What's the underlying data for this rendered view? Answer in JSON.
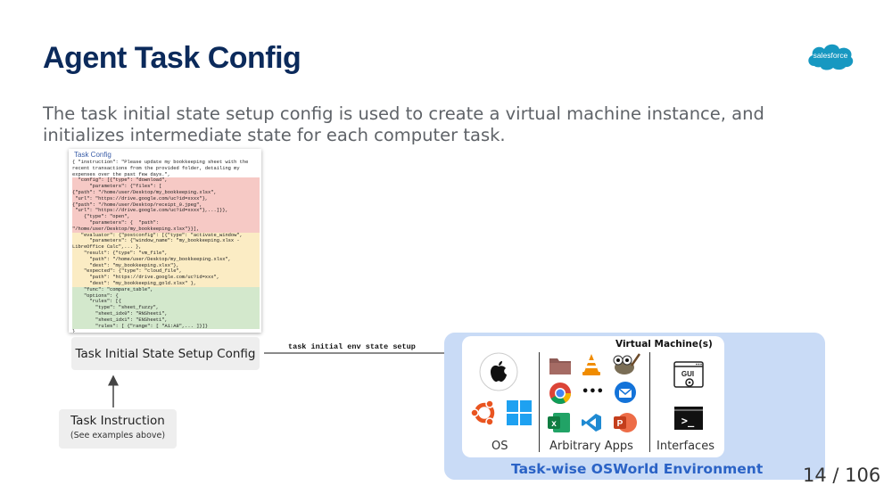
{
  "slide": {
    "title": "Agent Task Config",
    "logo_text": "salesforce",
    "description": "The task initial state setup config is used to create a virtual machine instance, and initializes intermediate state for each computer task.",
    "page_indicator": "14 / 106"
  },
  "task_config": {
    "title": "Task Config",
    "lines": [
      {
        "text": "{ \"instruction\": \"Please update my bookkeeping sheet with the",
        "hl": ""
      },
      {
        "text": "recent transactions from the provided folder, detailing my",
        "hl": ""
      },
      {
        "text": "expenses over the past few days.\",",
        "hl": ""
      },
      {
        "text": "  \"config\": [{\"type\": \"download\",",
        "hl": "red"
      },
      {
        "text": "      \"parameters\": {\"files\": [",
        "hl": "red"
      },
      {
        "text": "{\"path\": \"/home/user/Desktop/my_bookkeeping.xlsx\",",
        "hl": "red"
      },
      {
        "text": " \"url\": \"https://drive.google.com/uc?id=xxxx\"},",
        "hl": "red"
      },
      {
        "text": "{\"path\": \"/home/user/Desktop/receipt_0.jpeg\",",
        "hl": "red"
      },
      {
        "text": " \"url\": \"https://drive.google.com/uc?id=xxxx\"},...]}},",
        "hl": "red"
      },
      {
        "text": "    {\"type\": \"open\",",
        "hl": "red"
      },
      {
        "text": "      \"parameters\": {  \"path\":",
        "hl": "red"
      },
      {
        "text": "\"/home/user/Desktop/my_bookkeeping.xlsx\"}}],",
        "hl": "red"
      },
      {
        "text": "   \"evaluator\": {\"postconfig\": [{\"type\": \"activate_window\",",
        "hl": "yellow"
      },
      {
        "text": "      \"parameters\": {\"window_name\": \"my_bookkeeping.xlsx -",
        "hl": "yellow"
      },
      {
        "text": "LibreOffice Calc\",... },",
        "hl": "yellow"
      },
      {
        "text": "    \"result\": {\"type\": \"vm_file\",",
        "hl": "yellow"
      },
      {
        "text": "      \"path\": \"/home/user/Desktop/my_bookkeeping.xlsx\",",
        "hl": "yellow"
      },
      {
        "text": "      \"dest\": \"my_bookkeeping.xlsx\"},",
        "hl": "yellow"
      },
      {
        "text": "    \"expected\": {\"type\": \"cloud_file\",",
        "hl": "yellow"
      },
      {
        "text": "      \"path\": \"https://drive.google.com/uc?id=xxx\",",
        "hl": "yellow"
      },
      {
        "text": "      \"dest\": \"my_bookkeeping_gold.xlsx\" },",
        "hl": "yellow"
      },
      {
        "text": "    \"func\": \"compare_table\",",
        "hl": "green"
      },
      {
        "text": "    \"options\": {",
        "hl": "green"
      },
      {
        "text": "      \"rules\": [{",
        "hl": "green"
      },
      {
        "text": "        \"type\": \"sheet_fuzzy\",",
        "hl": "green"
      },
      {
        "text": "        \"sheet_idx0\": \"RNSheet1\",",
        "hl": "green"
      },
      {
        "text": "        \"sheet_idx1\": \"ENSheet1\",",
        "hl": "green"
      },
      {
        "text": "        \"rules\": [ {\"range\": [ \"A1:A8\",... ]}]}",
        "hl": "green"
      },
      {
        "text": "}",
        "hl": ""
      }
    ]
  },
  "setup_config": {
    "label": "Task Initial State Setup Config"
  },
  "instruction": {
    "label": "Task Instruction",
    "sublabel": "(See examples above)"
  },
  "arrow": {
    "label": "task initial env state setup"
  },
  "environment": {
    "label": "Task-wise OSWorld Environment",
    "vm_label": "Virtual Machine(s)",
    "columns": {
      "os": "OS",
      "apps": "Arbitrary Apps",
      "interfaces": "Interfaces"
    },
    "os_icons": [
      "apple-icon",
      "ubuntu-icon",
      "windows-icon"
    ],
    "app_icons": [
      "folder-icon",
      "vlc-icon",
      "gimp-icon",
      "chrome-icon",
      "more-icon",
      "thunderbird-icon",
      "excel-icon",
      "vscode-icon",
      "powerpoint-icon"
    ],
    "interface_icons": [
      "gui-icon",
      "terminal-icon"
    ],
    "more_glyph": "•••",
    "gui_text": "GUI",
    "terminal_prompt": ">_"
  },
  "colors": {
    "title": "#0b2a5b",
    "env_bg": "#c9dbf6",
    "env_label": "#2b63c6",
    "hl_red": "#f6c9c5",
    "hl_yellow": "#fbecc4",
    "hl_green": "#d3e8cc"
  }
}
